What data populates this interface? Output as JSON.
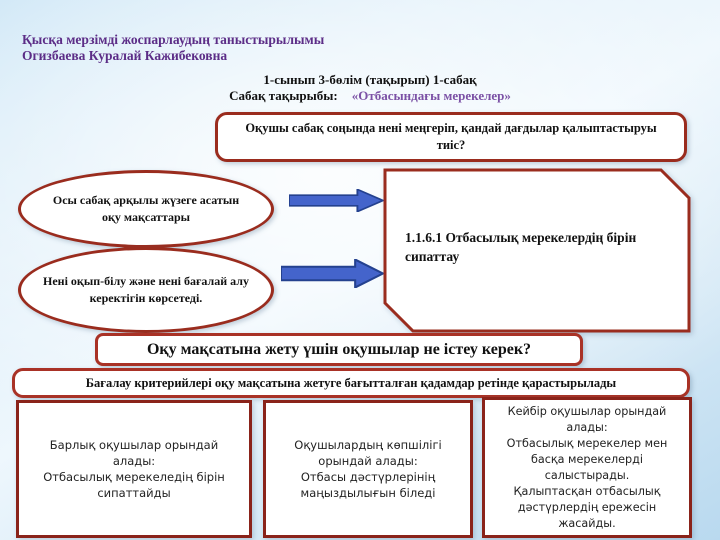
{
  "colors": {
    "accent_red": "#9a2c1e",
    "accent_red_bright": "#a93226",
    "accent_red_dark": "#8a231a",
    "arrow_blue": "#4464cb",
    "arrow_blue_dark": "#24418f",
    "title_purple": "#5c2d87",
    "topic_purple": "#7b51a5"
  },
  "header": {
    "presentation_title": "Қысқа мерзімді жоспарлаудың таныстырылымы",
    "author": "Огизбаева Куралай Кажибековна",
    "lesson_info": "1-сынып  3-бөлім (тақырып) 1-сабақ",
    "topic_label": "Сабақ  тақырыбы:",
    "topic_value": "«Отбасындағы мерекелер»"
  },
  "diagram": {
    "question_box": "Оқушы сабақ соңында нені меңгеріп, қандай дағдылар қалыптастыруы тиіс?",
    "ellipse_top": "Осы сабақ арқылы жүзеге асатын оқу мақсаттары",
    "ellipse_bottom": "Нені оқып-білу және нені бағалай алу керектігін көрсетеді.",
    "objective": "1.1.6.1 Отбасылық мерекелердің бірін сипаттау",
    "action_question": "Оқу мақсатына жету үшін оқушылар не істеу керек?",
    "criteria_note": "Бағалау критерийлері оқу мақсатына жетуге бағытталған қадамдар ретінде қарастырылады"
  },
  "outcomes": [
    {
      "text": "Барлық оқушылар орындай алады:\nОтбасылық мерекеледің бірін сипаттайды"
    },
    {
      "text": "Оқушылардың көпшілігі орындай алады:\nОтбасы дәстүрлерінің маңыздылығын біледі"
    },
    {
      "text": "Кейбір оқушылар орындай алады:\nОтбасылық мерекелер мен басқа мерекелерді салыстырады.\nҚалыптасқан отбасылық дәстүрлердің ережесін жасайды."
    }
  ]
}
